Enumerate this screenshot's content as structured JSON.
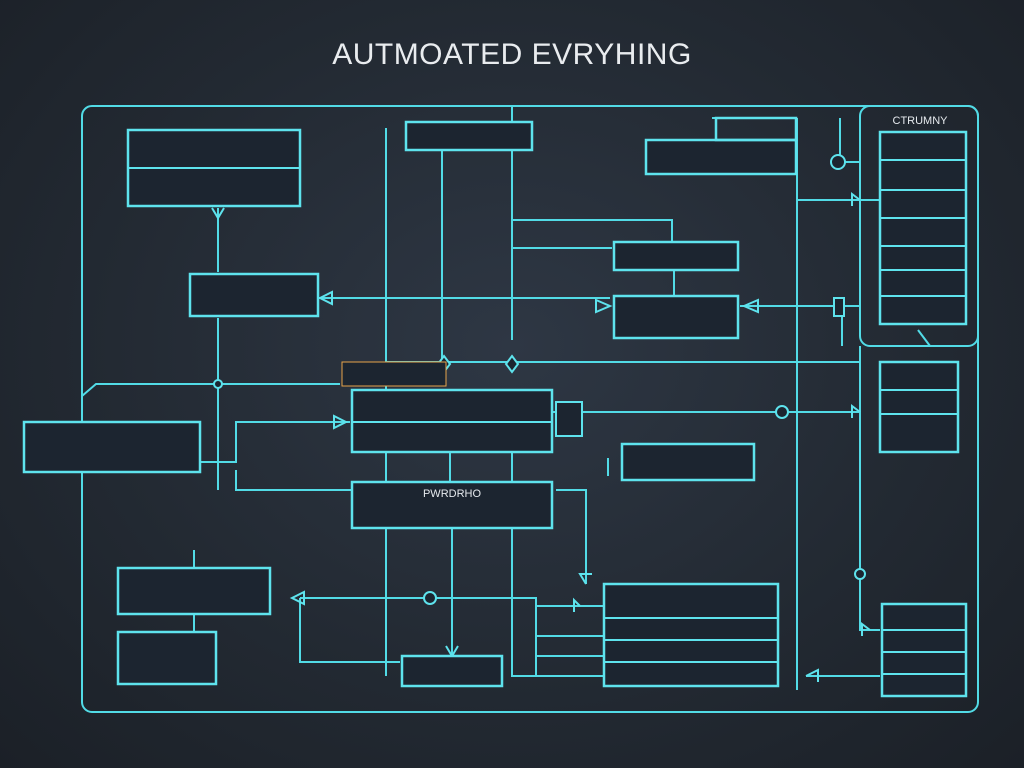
{
  "title": "AUTMOATED EVRYHING",
  "labels": {
    "center_box": "PWRDRHO",
    "right_panel_header": "CTRUMNY"
  },
  "colors": {
    "background": "#232a33",
    "accent": "#5ee3ed",
    "text": "#e6eaee",
    "highlight": "#e6a34a"
  }
}
